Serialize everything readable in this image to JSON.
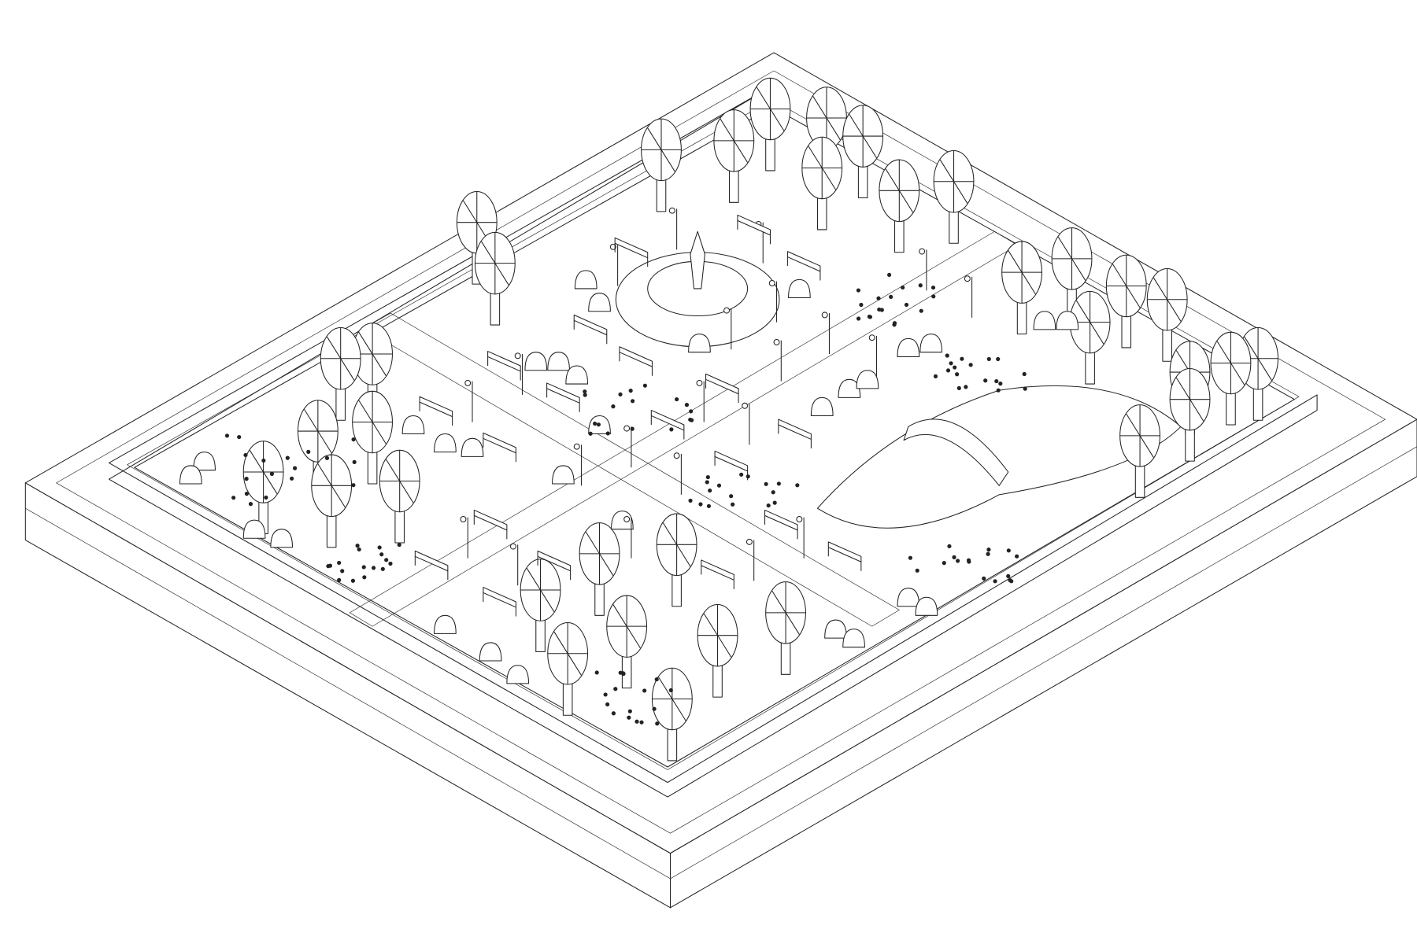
{
  "scene": {
    "style": "isometric line drawing",
    "subject": "park",
    "colors": {
      "stroke": "#222222",
      "background": "#ffffff"
    },
    "features": [
      "fountain",
      "bridge",
      "pond",
      "trees",
      "benches",
      "street-lamps",
      "bushes",
      "flowers",
      "cross-paths",
      "perimeter-wall"
    ]
  }
}
